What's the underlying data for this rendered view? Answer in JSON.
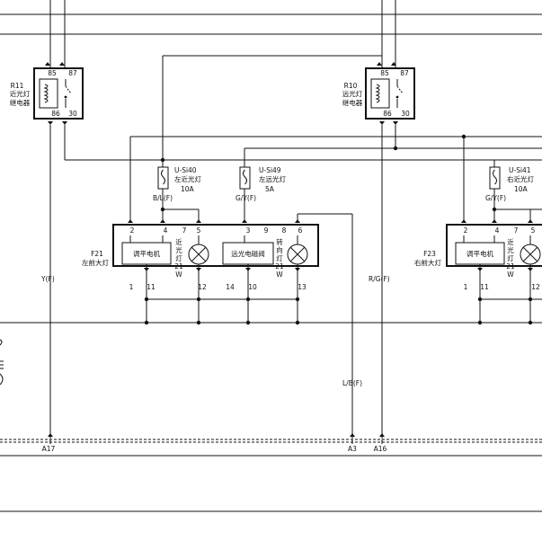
{
  "relays": {
    "r11": {
      "code": "R11",
      "name_1": "近光灯",
      "name_2": "继电器",
      "pin_85": "85",
      "pin_87": "87",
      "pin_86": "86",
      "pin_30": "30"
    },
    "r10": {
      "code": "R10",
      "name_1": "远光灯",
      "name_2": "继电器",
      "pin_85": "85",
      "pin_87": "87",
      "pin_86": "86",
      "pin_30": "30"
    }
  },
  "fuses": {
    "si40": {
      "code": "U-Si40",
      "name": "左近光灯",
      "rating": "10A",
      "wire": "B/L(F)"
    },
    "si49": {
      "code": "U-Si49",
      "name": "左远光灯",
      "rating": "5A",
      "wire": "G/Y(F)"
    },
    "si41": {
      "code": "U-Si41",
      "name": "右近光灯",
      "rating": "10A",
      "wire": "G/Y(F)"
    }
  },
  "headlamps": {
    "f21": {
      "code": "F21",
      "name": "左前大灯",
      "leveling_motor": "调平电机",
      "high_beam_valve": "远光电磁阀",
      "low_beam": {
        "c1": "近",
        "c2": "光",
        "c3": "灯",
        "watt": "21",
        "unit": "W"
      },
      "turn_lamp": {
        "c1": "转",
        "c2": "向",
        "c3": "灯",
        "watt": "21",
        "unit": "W"
      },
      "top_pins": [
        "2",
        "4",
        "7",
        "5",
        "3",
        "9",
        "8",
        "6"
      ],
      "bottom_pins": [
        "1",
        "11",
        "12",
        "14",
        "10",
        "13"
      ]
    },
    "f23": {
      "code": "F23",
      "name": "右前大灯",
      "leveling_motor": "调平电机",
      "low_beam": {
        "c1": "近",
        "c2": "光",
        "c3": "灯",
        "watt": "21",
        "unit": "W"
      },
      "top_pins": [
        "2",
        "4",
        "7",
        "5"
      ],
      "bottom_pins": [
        "1",
        "11",
        "12"
      ]
    }
  },
  "wires": {
    "y_f": "Y(F)",
    "rg_f": "R/G(F)",
    "lb_f": "L/B(F)"
  },
  "connectors": {
    "a17": "A17",
    "a3": "A3",
    "a16": "A16"
  }
}
